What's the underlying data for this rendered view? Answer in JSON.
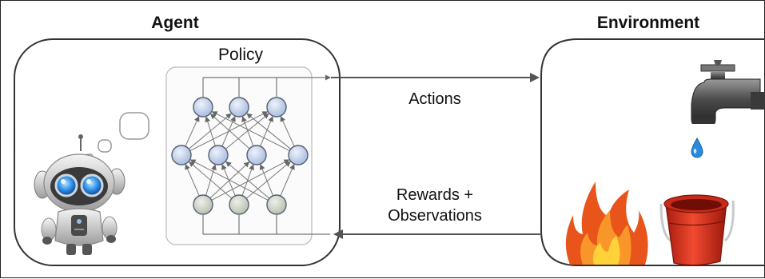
{
  "agent": {
    "title": "Agent",
    "policy_label": "Policy"
  },
  "environment": {
    "title": "Environment"
  },
  "arrows": {
    "actions_label": "Actions",
    "feedback_label_line1": "Rewards +",
    "feedback_label_line2": "Observations"
  },
  "network": {
    "layers": [
      3,
      4,
      3
    ]
  },
  "icons": [
    "robot-icon",
    "thought-bubble-icon",
    "faucet-icon",
    "water-drop-icon",
    "fire-icon",
    "bucket-icon"
  ],
  "colors": {
    "box_stroke": "#333333",
    "arrow": "#555555",
    "neuron_top_fill": "#c8d6ee",
    "neuron_bottom_fill": "#d6dccf",
    "neuron_stroke": "#556070",
    "fire_outer": "#e8541a",
    "fire_inner": "#ffd23a",
    "bucket": "#d8321e",
    "water": "#2a8ae0"
  }
}
